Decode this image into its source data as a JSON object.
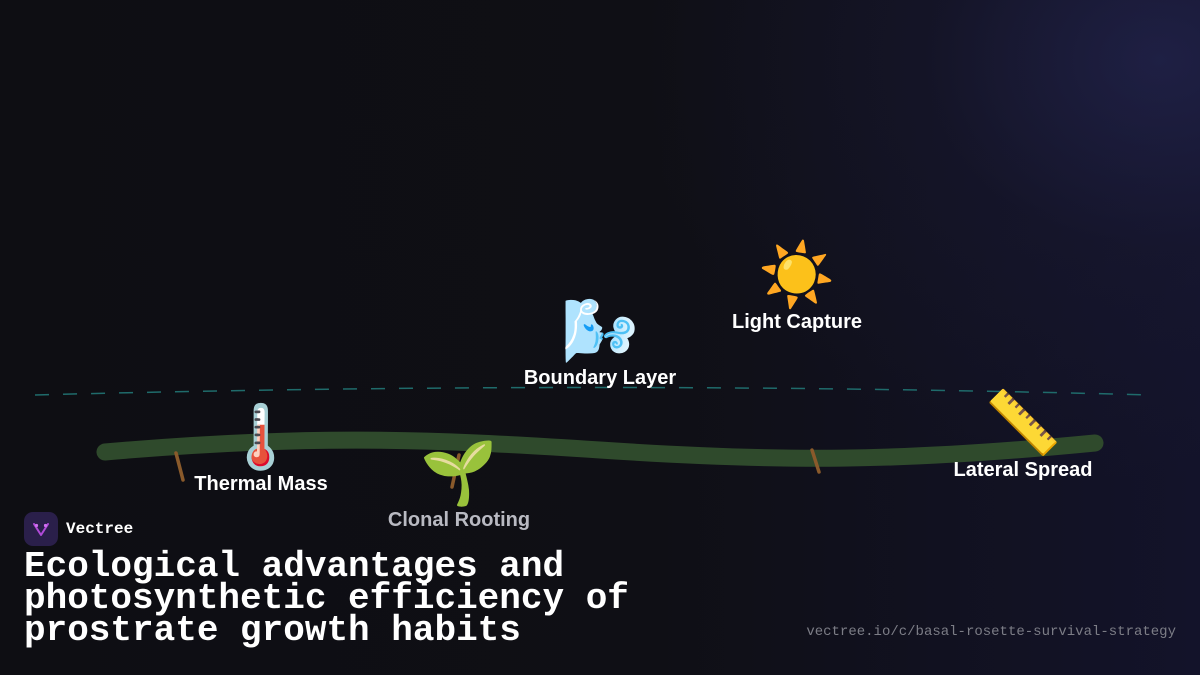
{
  "brand": {
    "name": "Vectree"
  },
  "title": "Ecological advantages and photosynthetic efficiency of prostrate growth habits",
  "url": "vectree.io/c/basal-rosette-survival-strategy",
  "features": [
    {
      "label": "Thermal Mass",
      "emoji": "🌡️",
      "icon": "thermometer-icon"
    },
    {
      "label": "Clonal Rooting",
      "emoji": "🌱",
      "icon": "seedling-icon"
    },
    {
      "label": "Boundary Layer",
      "emoji": "🌬️",
      "icon": "wind-face-icon"
    },
    {
      "label": "Light Capture",
      "emoji": "☀️",
      "icon": "sun-icon"
    },
    {
      "label": "Lateral Spread",
      "emoji": "📏",
      "icon": "ruler-icon"
    }
  ],
  "colors": {
    "background": "#0e0e13",
    "stem": "#2f4a2c",
    "root": "#8a5a2b",
    "ground_line": "#1f6b6b",
    "logo_bg": "#2a1f4a",
    "logo_mark": "#b04ad8"
  }
}
